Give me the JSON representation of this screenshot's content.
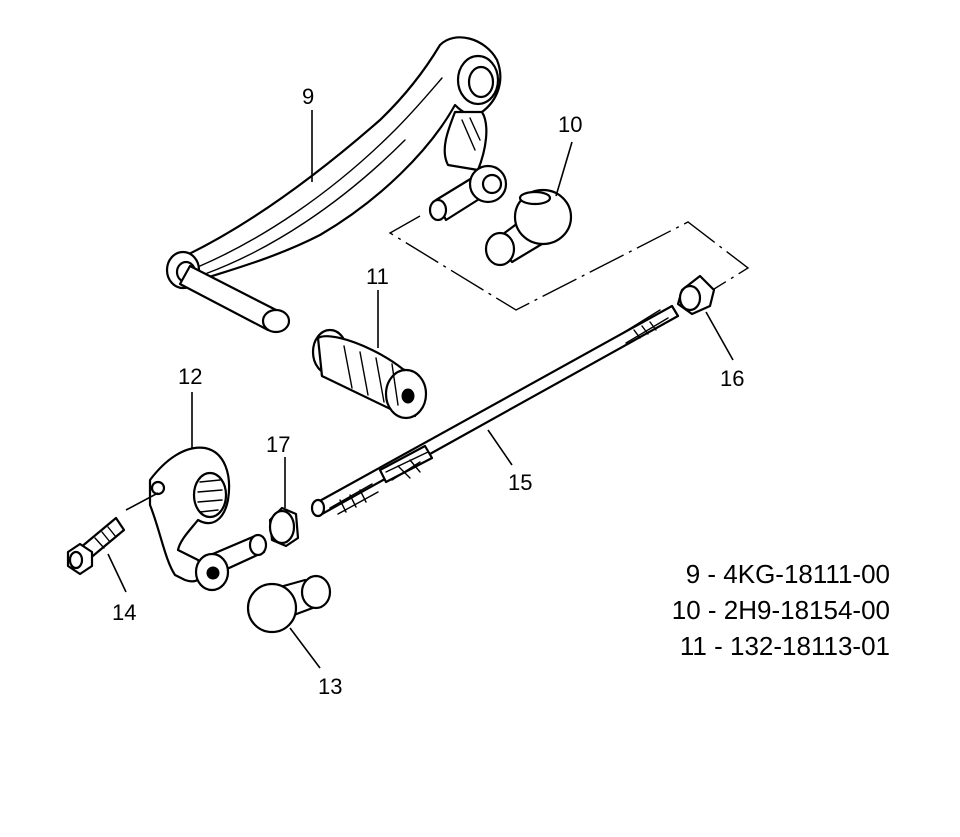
{
  "callouts": {
    "c9": "9",
    "c10": "10",
    "c11": "11",
    "c12": "12",
    "c13": "13",
    "c14": "14",
    "c15": "15",
    "c16": "16",
    "c17": "17"
  },
  "legend": [
    "9 - 4KG-18111-00",
    "10 - 2H9-18154-00",
    "11 - 132-18113-01"
  ]
}
